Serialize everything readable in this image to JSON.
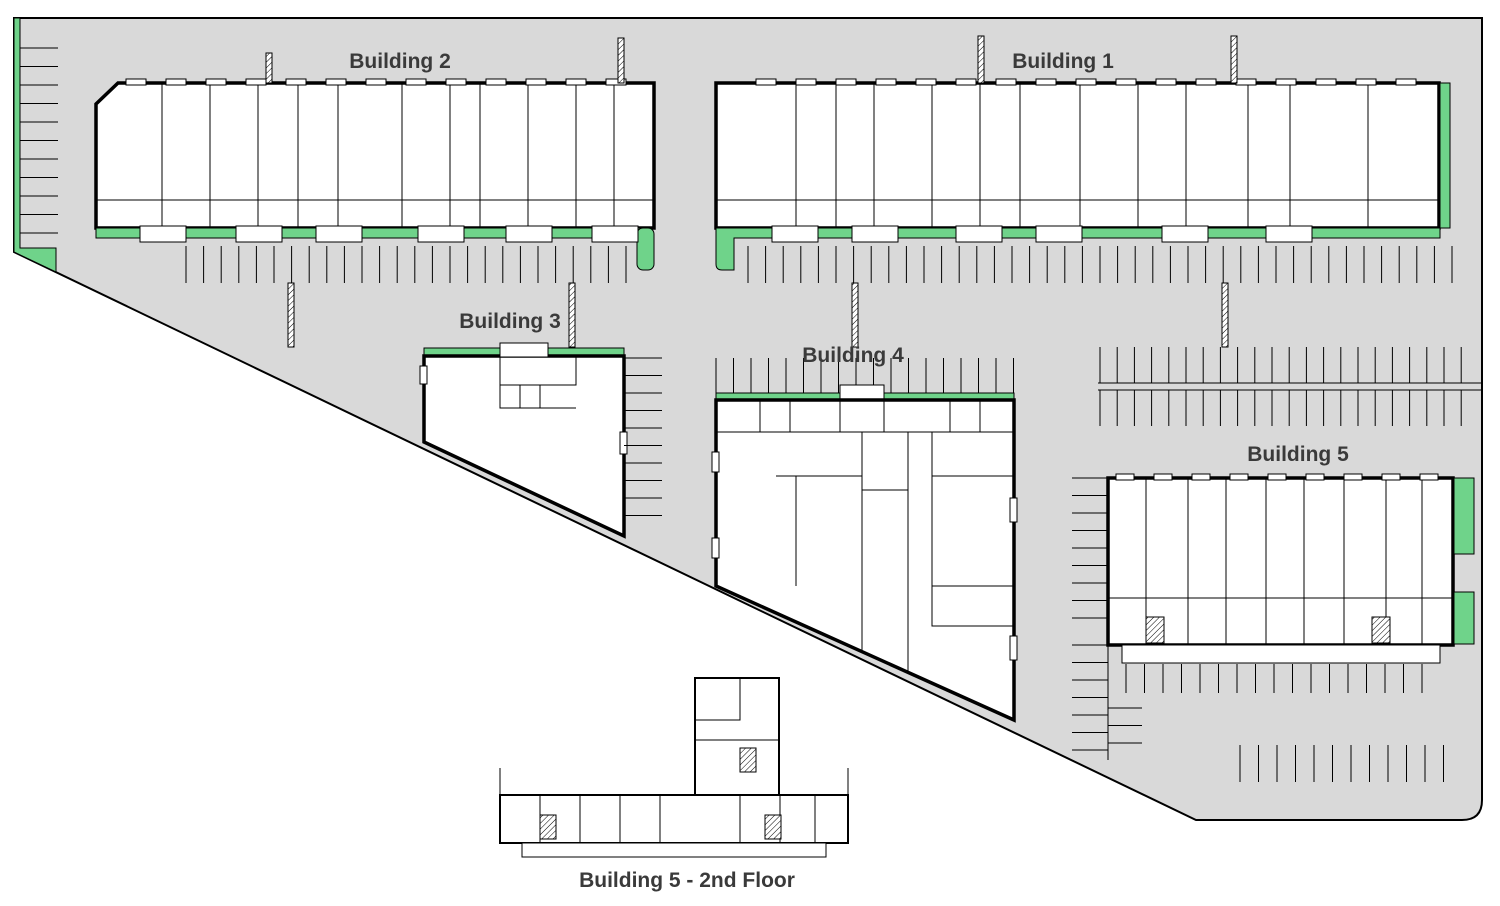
{
  "site_plan": {
    "buildings": [
      {
        "id": "b2",
        "label": "Building 2"
      },
      {
        "id": "b1",
        "label": "Building 1"
      },
      {
        "id": "b3",
        "label": "Building 3"
      },
      {
        "id": "b4",
        "label": "Building 4"
      },
      {
        "id": "b5",
        "label": "Building 5"
      },
      {
        "id": "b5f2",
        "label": "Building 5 - 2nd Floor"
      }
    ],
    "colors": {
      "parking_lot": "#d9d9d9",
      "landscape": "#6fd38a",
      "building_fill": "#ffffff",
      "outline": "#000000",
      "label_text": "#3a3a3a"
    }
  }
}
